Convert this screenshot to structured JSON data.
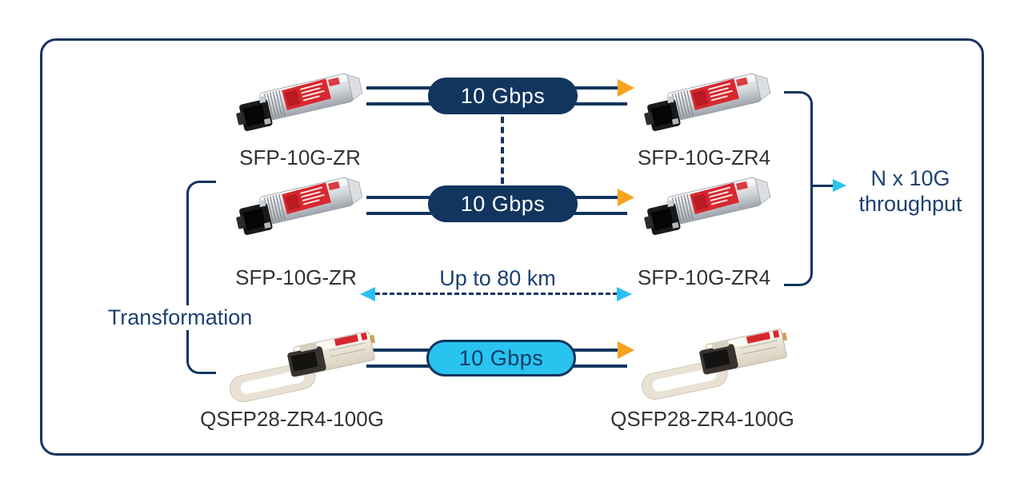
{
  "rows": [
    {
      "left_label": "SFP-10G-ZR",
      "right_label": "SFP-10G-ZR4",
      "link_label": "10 Gbps",
      "link_style": "navy"
    },
    {
      "left_label": "SFP-10G-ZR",
      "right_label": "SFP-10G-ZR4",
      "link_label": "10 Gbps",
      "link_style": "navy"
    },
    {
      "left_label": "QSFP28-ZR4-100G",
      "right_label": "QSFP28-ZR4-100G",
      "link_label": "10 Gbps",
      "link_style": "cyan"
    }
  ],
  "annotations": {
    "distance": "Up to 80 km",
    "transformation": "Transformation",
    "throughput_line1": "N x 10G",
    "throughput_line2": "throughput"
  },
  "colors": {
    "navy": "#11355f",
    "cyan": "#29c3ef",
    "orange": "#f6a41f",
    "module_label_text": "#2f3338",
    "annotation_text": "#1d4170"
  }
}
